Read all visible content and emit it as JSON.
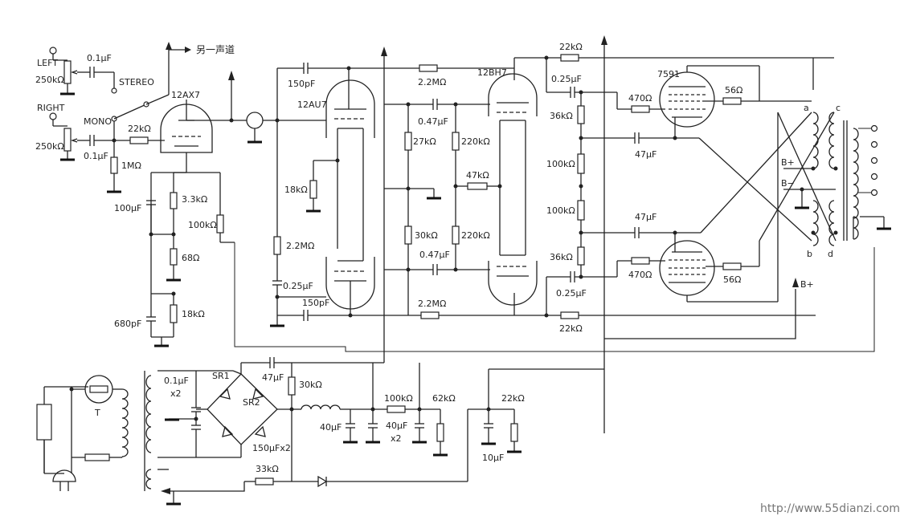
{
  "labels": {
    "left": "LEFT",
    "right": "RIGHT",
    "pot_left": "250kΩ",
    "pot_right": "250kΩ",
    "cap_left": "0.1μF",
    "cap_right": "0.1μF",
    "stereo": "STEREO",
    "mono": "MONO",
    "other_channel": "另一声道",
    "v1": "12AX7",
    "r_22k_in": "22kΩ",
    "r_1m": "1MΩ",
    "r_33k": "3.3kΩ",
    "c_100u": "100μF",
    "r_100k_fb": "100kΩ",
    "r_68": "68Ω",
    "c_680p": "680pF",
    "r_18k_a": "18kΩ",
    "c_150p_top": "150pF",
    "v2": "12AU7",
    "r_18k_b": "18kΩ",
    "r_22m_a": "2.2MΩ",
    "c_025_a": "0.25μF",
    "c_150p_bot": "150pF",
    "r_22m_top": "2.2MΩ",
    "c_047_top": "0.47μF",
    "r_27k": "27kΩ",
    "r_220k_a": "220kΩ",
    "r_47k": "47kΩ",
    "r_30k": "30kΩ",
    "r_220k_b": "220kΩ",
    "c_047_bot": "0.47μF",
    "r_22m_bot": "2.2MΩ",
    "v3": "12BH7",
    "r_22k_top": "22kΩ",
    "c_025_top": "0.25μF",
    "r_36k_a": "36kΩ",
    "r_100k_a": "100kΩ",
    "r_100k_b": "100kΩ",
    "r_36k_b": "36kΩ",
    "c_025_bot": "0.25μF",
    "r_22k_bot": "22kΩ",
    "v4": "7591",
    "r_470_a": "470Ω",
    "r_56_a": "56Ω",
    "c_47u_a": "47μF",
    "c_47u_b": "47μF",
    "r_470_b": "470Ω",
    "r_56_b": "56Ω",
    "out_a": "a",
    "out_b": "b",
    "out_c": "c",
    "out_d": "d",
    "bplus": "B+",
    "bminus": "B−",
    "bplus2": "B+",
    "c_01_x2": "0.1μF",
    "x2_a": "x2",
    "sr1": "SR1",
    "sr2": "SR2",
    "c_47u_ps": "47μF",
    "r_30k_ps": "30kΩ",
    "c_150u": "150μFx2",
    "c_40u_a": "40μF",
    "r_100k_ps": "100kΩ",
    "c_40u_b": "40μF",
    "x2_b": "x2",
    "r_62k": "62kΩ",
    "r_22k_ps": "22kΩ",
    "c_10u": "10μF",
    "r_33k_ps": "33kΩ",
    "t_label": "T",
    "watermark": "http://www.55dianzi.com"
  }
}
